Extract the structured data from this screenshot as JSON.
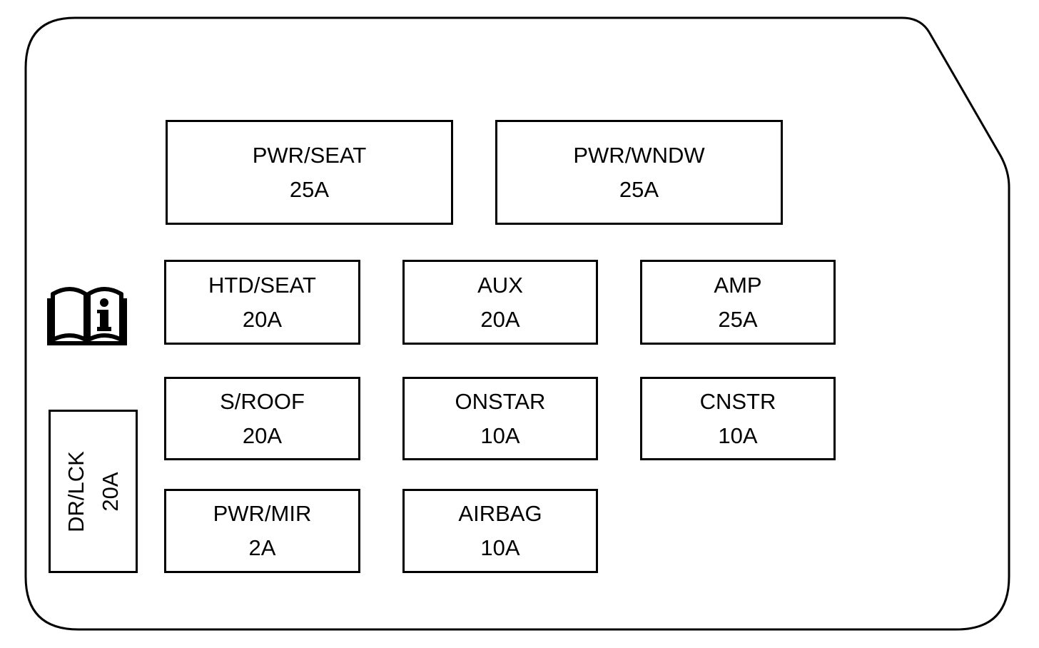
{
  "colors": {
    "line": "#000000",
    "background": "#ffffff"
  },
  "icons": {
    "manual": "owners-manual-info-icon"
  },
  "fuses": [
    {
      "id": "pwr-seat",
      "label": "PWR/SEAT",
      "rating": "25A"
    },
    {
      "id": "pwr-wndw",
      "label": "PWR/WNDW",
      "rating": "25A"
    },
    {
      "id": "htd-seat",
      "label": "HTD/SEAT",
      "rating": "20A"
    },
    {
      "id": "aux",
      "label": "AUX",
      "rating": "20A"
    },
    {
      "id": "amp",
      "label": "AMP",
      "rating": "25A"
    },
    {
      "id": "s-roof",
      "label": "S/ROOF",
      "rating": "20A"
    },
    {
      "id": "onstar",
      "label": "ONSTAR",
      "rating": "10A"
    },
    {
      "id": "cnstr",
      "label": "CNSTR",
      "rating": "10A"
    },
    {
      "id": "pwr-mir",
      "label": "PWR/MIR",
      "rating": "2A"
    },
    {
      "id": "airbag",
      "label": "AIRBAG",
      "rating": "10A"
    },
    {
      "id": "dr-lck",
      "label": "DR/LCK",
      "rating": "20A"
    }
  ]
}
